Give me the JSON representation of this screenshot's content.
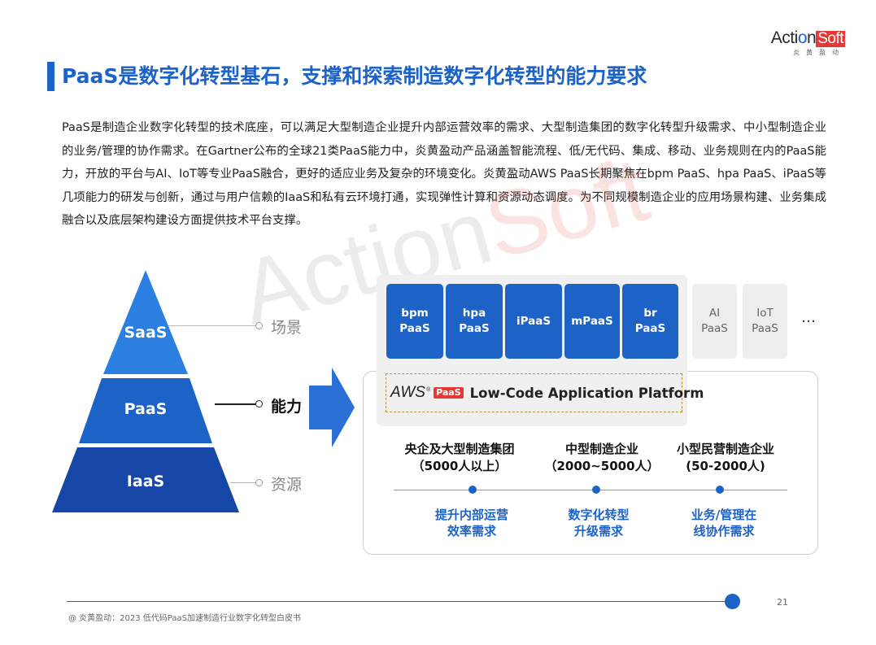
{
  "logo": {
    "main_a": "Acti",
    "main_b": "n",
    "main_soft": "Soft",
    "sub": "炎黄盈动"
  },
  "title": "PaaS是数字化转型基石，支撑和探索制造数字化转型的能力要求",
  "paragraph": "PaaS是制造企业数字化转型的技术底座，可以满足大型制造企业提升内部运营效率的需求、大型制造集团的数字化转型升级需求、中小型制造企业的业务/管理的协作需求。在Gartner公布的全球21类PaaS能力中，炎黄盈动产品涵盖智能流程、低/无代码、集成、移动、业务规则在内的PaaS能力，开放的平台与AI、IoT等专业PaaS融合，更好的适应业务及复杂的环境变化。炎黄盈动AWS PaaS长期聚焦在bpm PaaS、hpa PaaS、iPaaS等几项能力的研发与创新，通过与用户信赖的IaaS和私有云环境打通，实现弹性计算和资源动态调度。为不同规模制造企业的应用场景构建、业务集成融合以及底层架构建设方面提供技术平台支撑。",
  "watermark": {
    "a": "Actio",
    "b": "n",
    "soft": "Soft"
  },
  "pyramid": {
    "layers": [
      {
        "label": "SaaS",
        "side": "场景"
      },
      {
        "label": "PaaS",
        "side": "能力"
      },
      {
        "label": "IaaS",
        "side": "资源"
      }
    ]
  },
  "tiles": [
    {
      "line1": "bpm",
      "line2": "PaaS"
    },
    {
      "line1": "hpa",
      "line2": "PaaS"
    },
    {
      "line1": "iPaaS",
      "line2": ""
    },
    {
      "line1": "mPaaS",
      "line2": ""
    },
    {
      "line1": "br",
      "line2": "PaaS"
    },
    {
      "line1": "AI",
      "line2": "PaaS"
    },
    {
      "line1": "IoT",
      "line2": "PaaS"
    }
  ],
  "ellipsis": "…",
  "platform": {
    "aws": "AWS",
    "reg": "®",
    "badge": "PaaS",
    "name": "Low-Code Application Platform"
  },
  "segments": [
    {
      "head1": "央企及大型制造集团",
      "head2": "（5000人以上）",
      "need1": "提升内部运营",
      "need2": "效率需求"
    },
    {
      "head1": "中型制造企业",
      "head2": "（2000~5000人）",
      "need1": "数字化转型",
      "need2": "升级需求"
    },
    {
      "head1": "小型民营制造企业",
      "head2": "(50-2000人)",
      "need1": "业务/管理在",
      "need2": "线协作需求"
    }
  ],
  "colors": {
    "accent": "#1d63c7",
    "brand_red": "#e53935"
  },
  "footer": {
    "source": "@ 炎黄盈动：2023 低代码PaaS加速制造行业数字化转型白皮书",
    "page": "21"
  }
}
